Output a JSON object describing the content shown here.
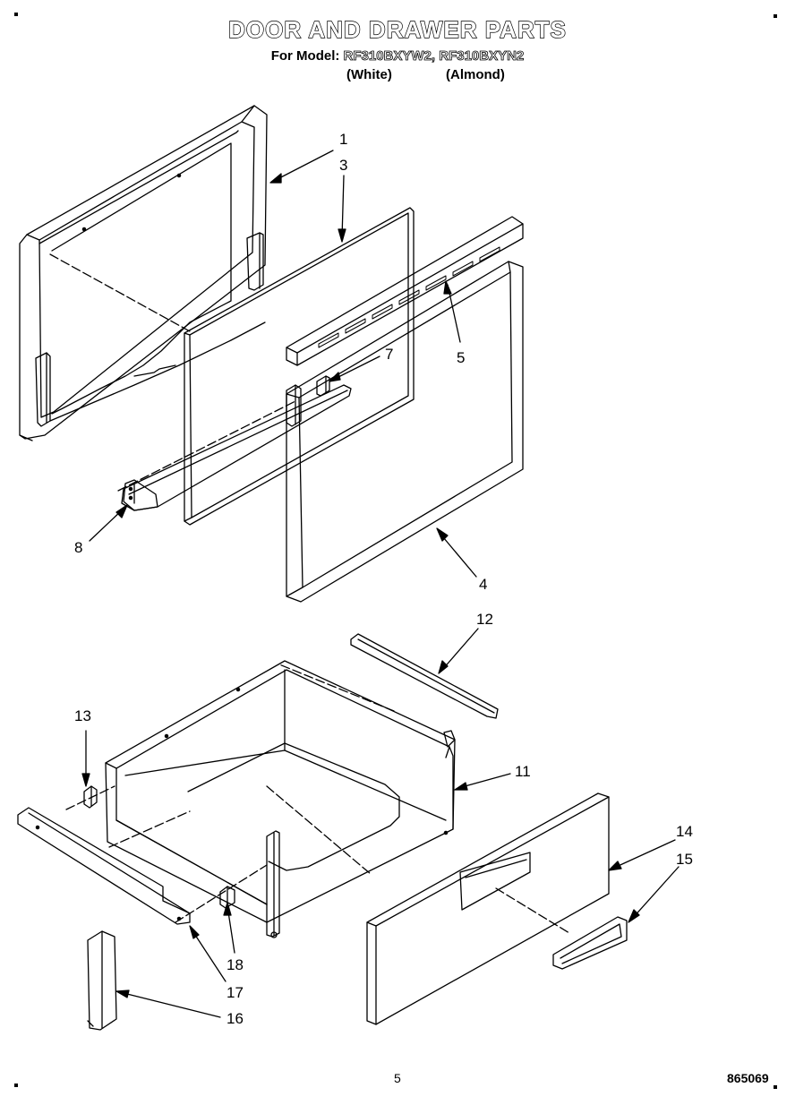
{
  "header": {
    "title": "DOOR AND DRAWER PARTS",
    "model_prefix": "For Model:",
    "model_numbers": "RF310BXYW2, RF310BXYN2",
    "color_white": "(White)",
    "color_almond": "(Almond)"
  },
  "callouts": [
    "1",
    "3",
    "5",
    "7",
    "8",
    "4",
    "12",
    "13",
    "11",
    "14",
    "15",
    "18",
    "17",
    "16"
  ],
  "footer": {
    "page_number": "5",
    "drawing_code": "865069"
  },
  "colors": {
    "line": "#000000",
    "background": "#ffffff"
  }
}
